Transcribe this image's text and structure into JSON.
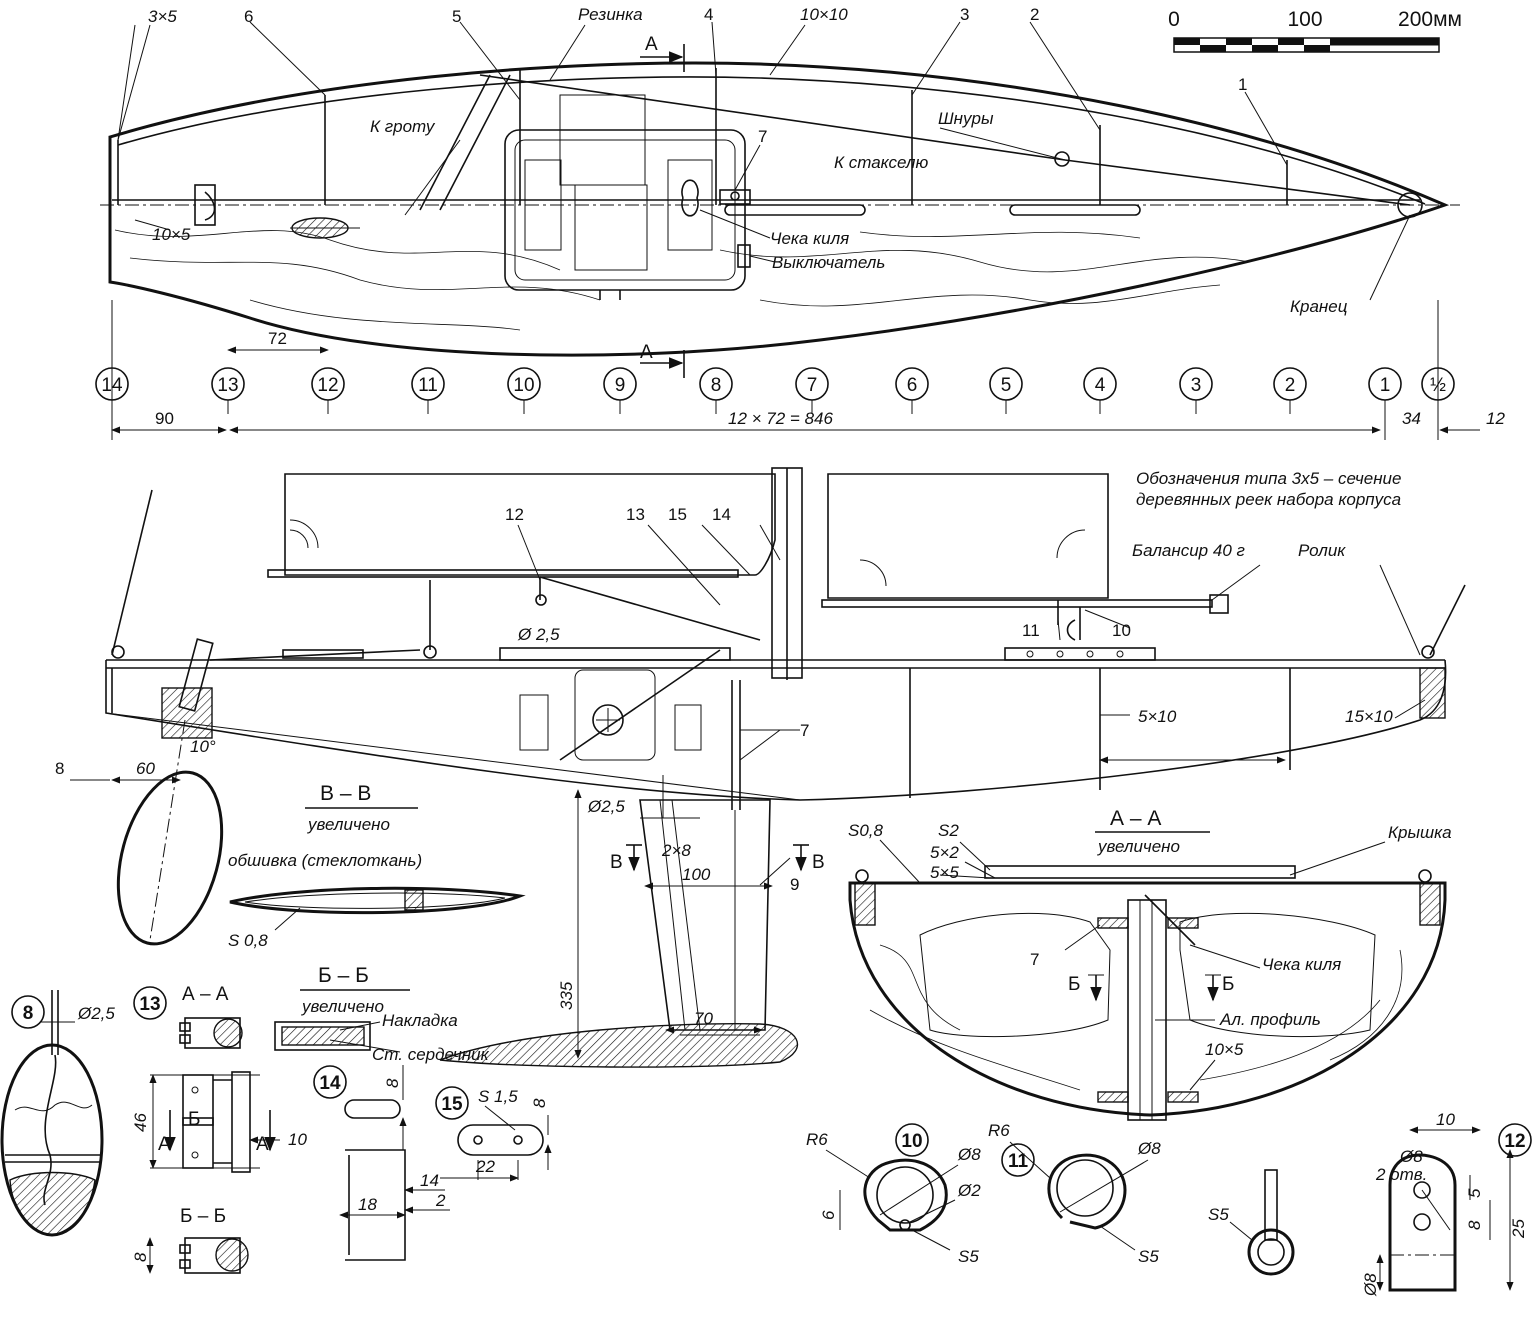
{
  "scale_bar": {
    "ticks": [
      "0",
      "100",
      "200мм"
    ]
  },
  "top_view": {
    "rib_labels": [
      "1",
      "2",
      "3",
      "4",
      "5",
      "6"
    ],
    "part_7": "7",
    "labels": {
      "stringer_3x5": "3×5",
      "stringer_10x10": "10×10",
      "stringer_10x5": "10×5",
      "rubber": "Резинка",
      "to_main": "К гроту",
      "to_jib": "К стакселю",
      "cords": "Шнуры",
      "keel_pin": "Чека киля",
      "switch": "Выключатель",
      "fender": "Кранец",
      "section_a": "А"
    }
  },
  "stations": {
    "labels": [
      "14",
      "13",
      "12",
      "11",
      "10",
      "9",
      "8",
      "7",
      "6",
      "5",
      "4",
      "3",
      "2",
      "1",
      "½"
    ],
    "dims": {
      "spacing": "72",
      "first": "90",
      "total": "12 × 72 = 846",
      "bow_a": "34",
      "bow_b": "12"
    }
  },
  "side_view": {
    "note": "Обозначения типа 3х5 – сечение деревянных реек набора корпуса",
    "part_numbers": [
      "12",
      "13",
      "15",
      "14",
      "11",
      "10",
      "7",
      "8",
      "9"
    ],
    "labels": {
      "balancer": "Балансир 40 г",
      "roller": "Ролик",
      "dia_rod": "Ø 2,5",
      "rib_5x10": "5×10",
      "stem_15x10": "15×10",
      "dia_pin": "Ø2,5",
      "pin_2x8": "2×8",
      "keel_chord": "100",
      "keel_height": "335",
      "bulb_len": "70",
      "rudder_60": "60",
      "rudder_angle": "10°",
      "sec_b": "В"
    }
  },
  "section_vv": {
    "title": "В – В",
    "subtitle": "увеличено",
    "skin": "обшивка (стеклоткань)",
    "thickness": "S 0,8"
  },
  "section_aa_main": {
    "title": "А – А",
    "subtitle": "увеличено",
    "labels": {
      "s08": "S0,8",
      "s2": "S2",
      "lath_5x2": "5×2",
      "lath_5x5": "5×5",
      "lid": "Крышка",
      "part_7": "7",
      "keel_pin": "Чека киля",
      "alu": "Ал. профиль",
      "lath_10x5": "10×5",
      "sec_b": "Б"
    }
  },
  "detail_8": {
    "num": "8",
    "dia": "Ø2,5"
  },
  "detail_13": {
    "num": "13",
    "sec_aa": "А – А",
    "sec_bb": "Б – Б",
    "dim_46": "46",
    "dim_10": "10",
    "dim_8": "8",
    "letter_a": "А",
    "letter_b": "Б"
  },
  "section_bb": {
    "title": "Б – Б",
    "subtitle": "увеличено",
    "overlay": "Накладка",
    "core": "Ст. сердечник"
  },
  "detail_14": {
    "num": "14",
    "dim_8": "8",
    "dim_14": "14",
    "dim_18": "18",
    "dim_2": "2"
  },
  "detail_15": {
    "num": "15",
    "thickness": "S 1,5",
    "dim_8": "8",
    "dim_22": "22"
  },
  "detail_10": {
    "num": "10",
    "radius": "R6",
    "dia8": "Ø8",
    "dia2": "Ø2",
    "dim_6": "6",
    "s5": "S5"
  },
  "detail_11": {
    "num": "11",
    "radius": "R6",
    "dia8": "Ø8",
    "s5": "S5"
  },
  "detail_s5": {
    "s5": "S5"
  },
  "detail_12": {
    "num": "12",
    "dim_10": "10",
    "dia8": "Ø8",
    "holes": "2 отв.",
    "dim_5": "5",
    "dim_8": "8",
    "dim_25": "25",
    "dia8b": "Ø8"
  }
}
